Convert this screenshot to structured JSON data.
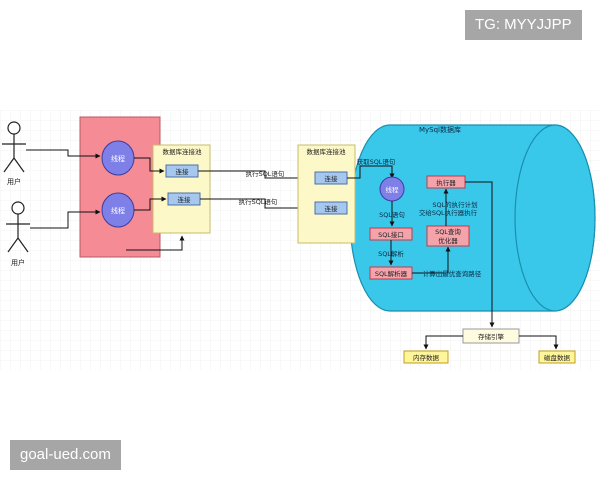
{
  "watermark_top": "TG: MYYJJPP",
  "watermark_bottom": "goal-ued.com",
  "users": [
    "用户",
    "用户"
  ],
  "client_threads": [
    "线程",
    "线程"
  ],
  "client_pool": {
    "title": "数据库连接池",
    "connections": [
      "连接",
      "连接"
    ]
  },
  "edge_labels": {
    "exec_sql_1": "执行SQL语句",
    "exec_sql_2": "执行SQL语句",
    "get_sql": "获取SQL语句",
    "sql_stmt": "SQL语句",
    "sql_parse": "SQL解析",
    "best_path": "计算出最优查询路径",
    "exec_plan_line1": "SQL的执行计划",
    "exec_plan_line2": "交给SQL执行器执行"
  },
  "server_pool": {
    "title": "数据库连接池",
    "connections": [
      "连接",
      "连接"
    ]
  },
  "mysql": {
    "title": "MySql数据库",
    "thread": "线程",
    "sql_interface": "SQL接口",
    "sql_parser": "SQL解析器",
    "executor": "执行器",
    "optimizer_line1": "SQL查询",
    "optimizer_line2": "优化器"
  },
  "storage_engine": "存储引擎",
  "memory_data": "内存数据",
  "disk_data": "磁盘数据",
  "colors": {
    "grid_line": "#e6e6e6",
    "thread_box_fill": "#f58b95",
    "thread_fill": "#7f7fe8",
    "pool_fill": "#fdf8c7",
    "pool_stroke": "#c8bd6a",
    "conn_fill": "#a6c8ef",
    "conn_stroke": "#4a6fa8",
    "cylinder_fill": "#3ac8ea",
    "cylinder_stroke": "#1a8fae",
    "red_box_fill": "#f4a3ab",
    "red_box_stroke": "#c03a4a",
    "yellow_fill": "#fff59a",
    "yellow_stroke": "#c0a020",
    "storage_fill": "#fffbe0",
    "line": "#111111"
  }
}
